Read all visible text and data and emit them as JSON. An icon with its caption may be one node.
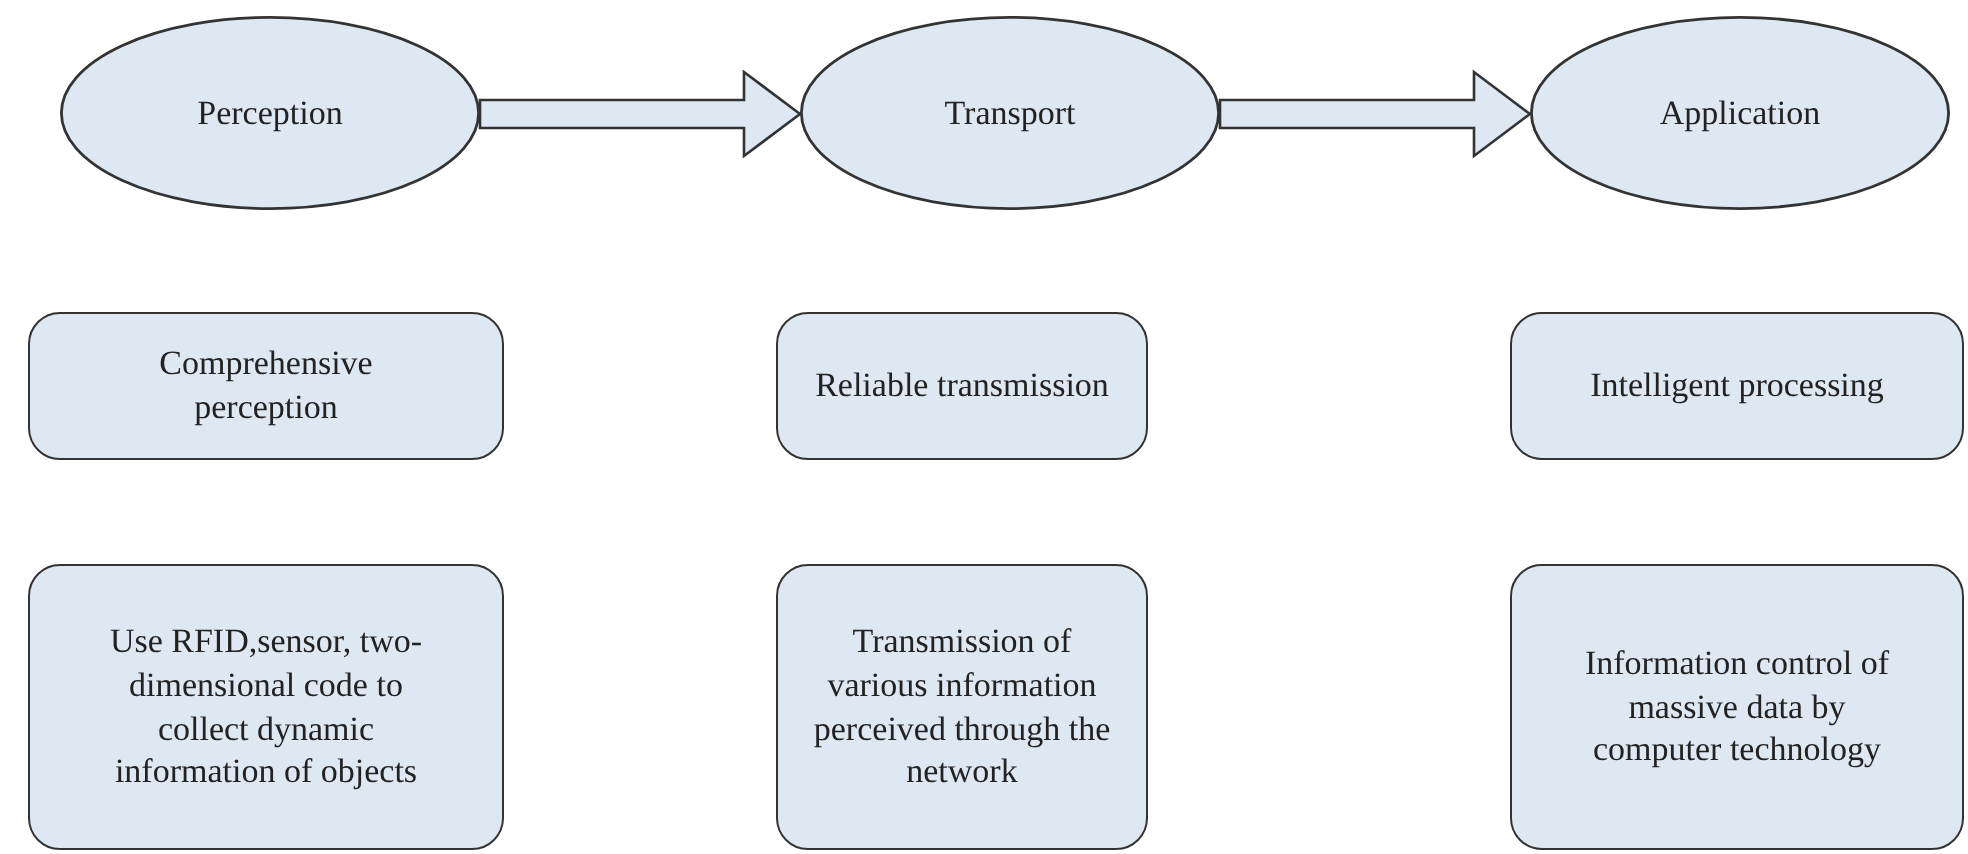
{
  "diagram": {
    "nodes": [
      {
        "text": [
          "Perception"
        ]
      },
      {
        "text": [
          "Transport"
        ]
      },
      {
        "text": [
          "Application"
        ]
      },
      {
        "text": [
          "Comprehensive perception"
        ]
      },
      {
        "text": [
          "Reliable transmission"
        ]
      },
      {
        "text": [
          "Intelligent processing"
        ]
      },
      {
        "text": [
          "Use RFID,sensor, two-dimensional code to collect dynamic information of objects"
        ]
      },
      {
        "text": [
          "Transmission of various information perceived through the network"
        ]
      },
      {
        "text": [
          "Information control of massive data by computer technology"
        ]
      }
    ],
    "edges": [
      {
        "from": 0,
        "to": 1,
        "arrow": "to"
      },
      {
        "from": 1,
        "to": 2,
        "arrow": "to"
      }
    ]
  }
}
